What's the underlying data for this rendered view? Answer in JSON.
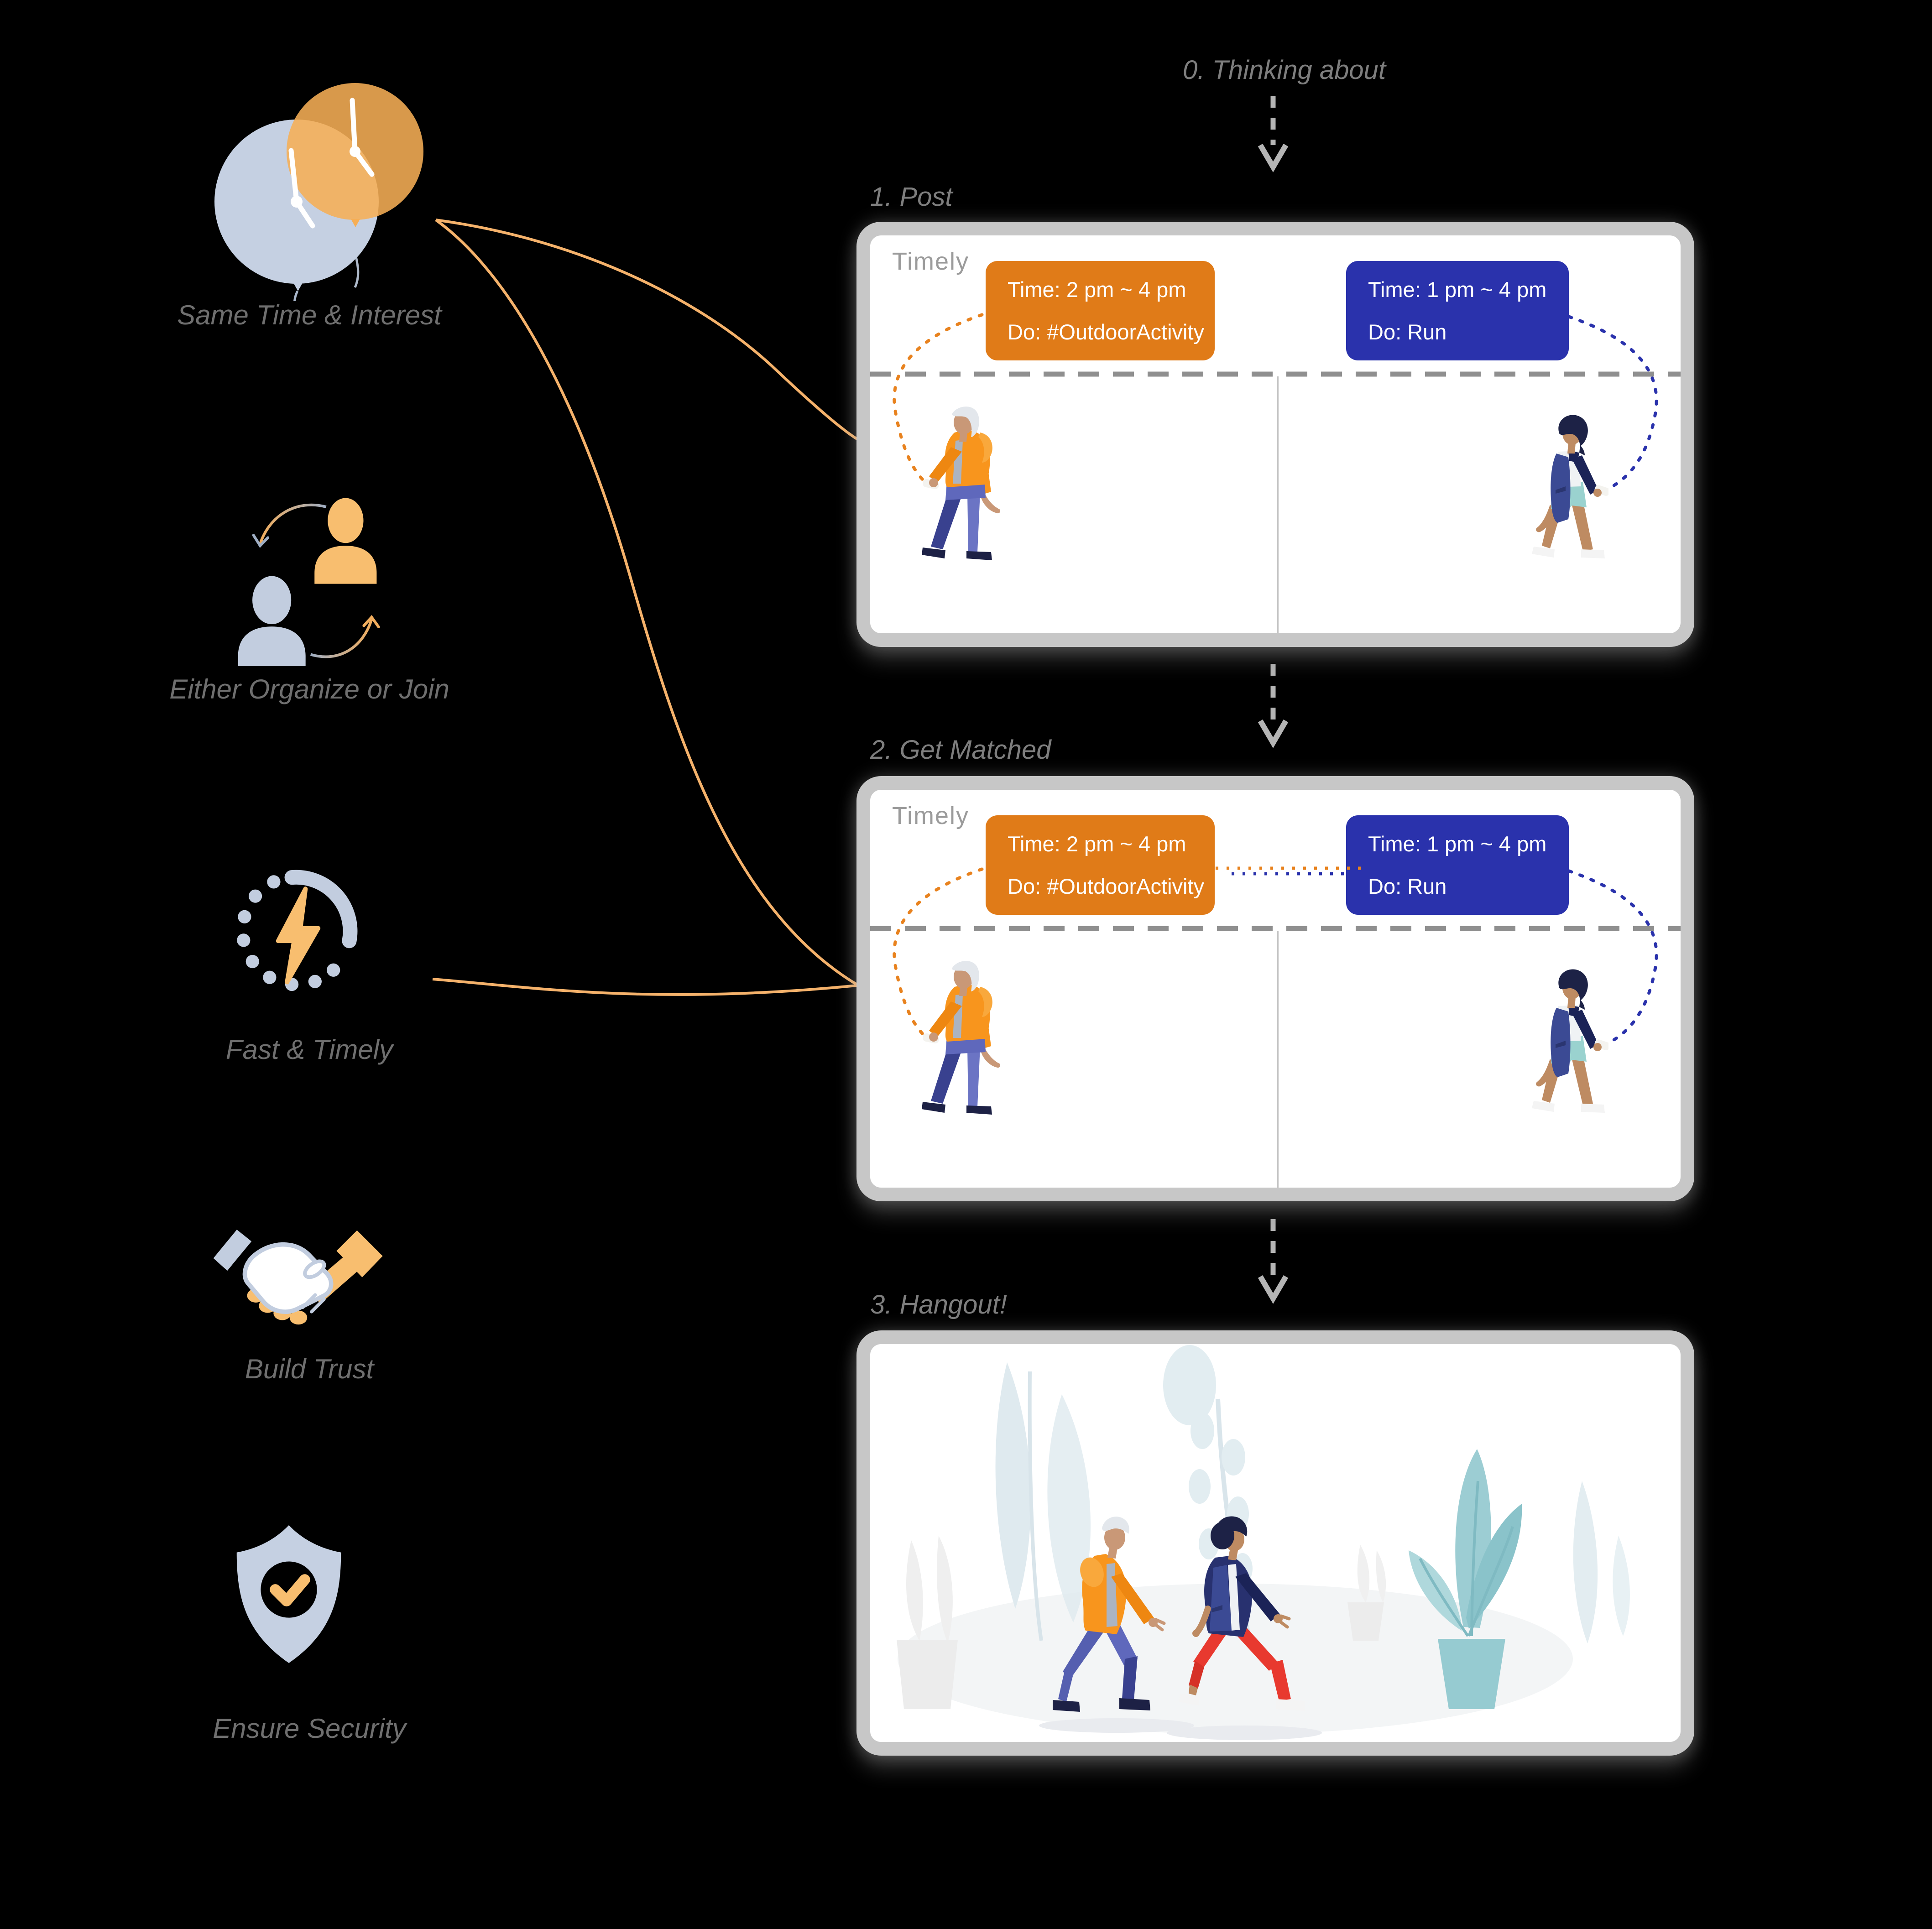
{
  "app": {
    "name": "Timely"
  },
  "features": [
    {
      "icon": "balloon-clocks-icon",
      "label": "Same Time & Interest"
    },
    {
      "icon": "swap-people-icon",
      "label": "Either Organize or Join"
    },
    {
      "icon": "lightning-timer-icon",
      "label": "Fast & Timely"
    },
    {
      "icon": "handshake-icon",
      "label": "Build Trust"
    },
    {
      "icon": "shield-check-icon",
      "label": "Ensure Security"
    }
  ],
  "flow": {
    "step0_label": "0. Thinking about",
    "step1_label": "1. Post",
    "step2_label": "2. Get Matched",
    "step3_label": "3. Hangout!"
  },
  "panels": {
    "post": {
      "brand": "Timely",
      "orange_card": {
        "time": "Time: 2 pm ~ 4 pm",
        "activity": "Do: #OutdoorActivity"
      },
      "blue_card": {
        "time": "Time: 1 pm ~ 4 pm",
        "activity": "Do: Run"
      }
    },
    "matched": {
      "brand": "Timely",
      "orange_card": {
        "time": "Time: 2 pm ~ 4 pm",
        "activity": "Do: #OutdoorActivity"
      },
      "blue_card": {
        "time": "Time: 1 pm ~ 4 pm",
        "activity": "Do: Run"
      }
    }
  },
  "colors": {
    "background": "#000000",
    "card_orange": "#E07B18",
    "card_blue": "#2A32AC",
    "soft_orange": "#F6AE55",
    "soft_blue": "#C2CDDF",
    "feature_label_gray": "#6F6F6F",
    "step_label_gray": "#7E7E7E",
    "brand_gray": "#9B9B9B",
    "panel_border_gray": "#C7C7C7",
    "connector_orange": "#F5B26B",
    "arrow_gray": "#B5B5B5"
  }
}
